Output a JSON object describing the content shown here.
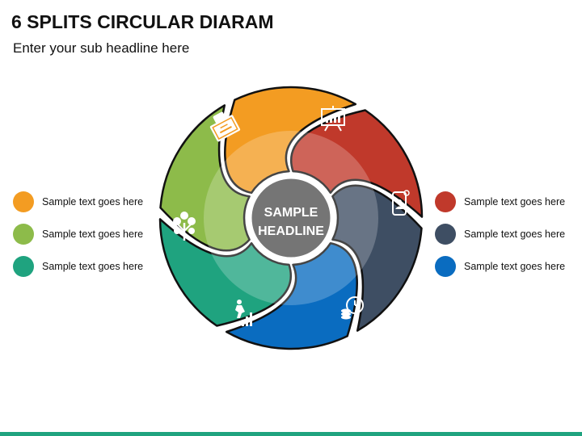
{
  "header": {
    "title": "6 SPLITS CIRCULAR DIARAM",
    "subtitle": "Enter your sub headline here"
  },
  "center": {
    "line1": "SAMPLE",
    "line2": "HEADLINE",
    "color": "#757575"
  },
  "segments": [
    {
      "name": "orange",
      "color": "#F39C22",
      "icon": "money-coupon-icon"
    },
    {
      "name": "red",
      "color": "#C0392B",
      "icon": "presentation-board-icon"
    },
    {
      "name": "navy",
      "color": "#3E4E63",
      "icon": "mobile-user-icon"
    },
    {
      "name": "blue",
      "color": "#0A6CC0",
      "icon": "clock-coins-icon"
    },
    {
      "name": "teal",
      "color": "#1FA37F",
      "icon": "businessman-growth-icon"
    },
    {
      "name": "green",
      "color": "#8DBB4A",
      "icon": "money-tree-icon"
    }
  ],
  "legend_left": [
    {
      "text": "Sample text goes here",
      "color": "#F39C22"
    },
    {
      "text": "Sample text goes here",
      "color": "#8DBB4A"
    },
    {
      "text": "Sample text goes here",
      "color": "#1FA37F"
    }
  ],
  "legend_right": [
    {
      "text": "Sample text goes here",
      "color": "#C0392B"
    },
    {
      "text": "Sample text goes here",
      "color": "#3E4E63"
    },
    {
      "text": "Sample text goes here",
      "color": "#0A6CC0"
    }
  ],
  "footer": {
    "bar_color": "#1FA37F"
  }
}
